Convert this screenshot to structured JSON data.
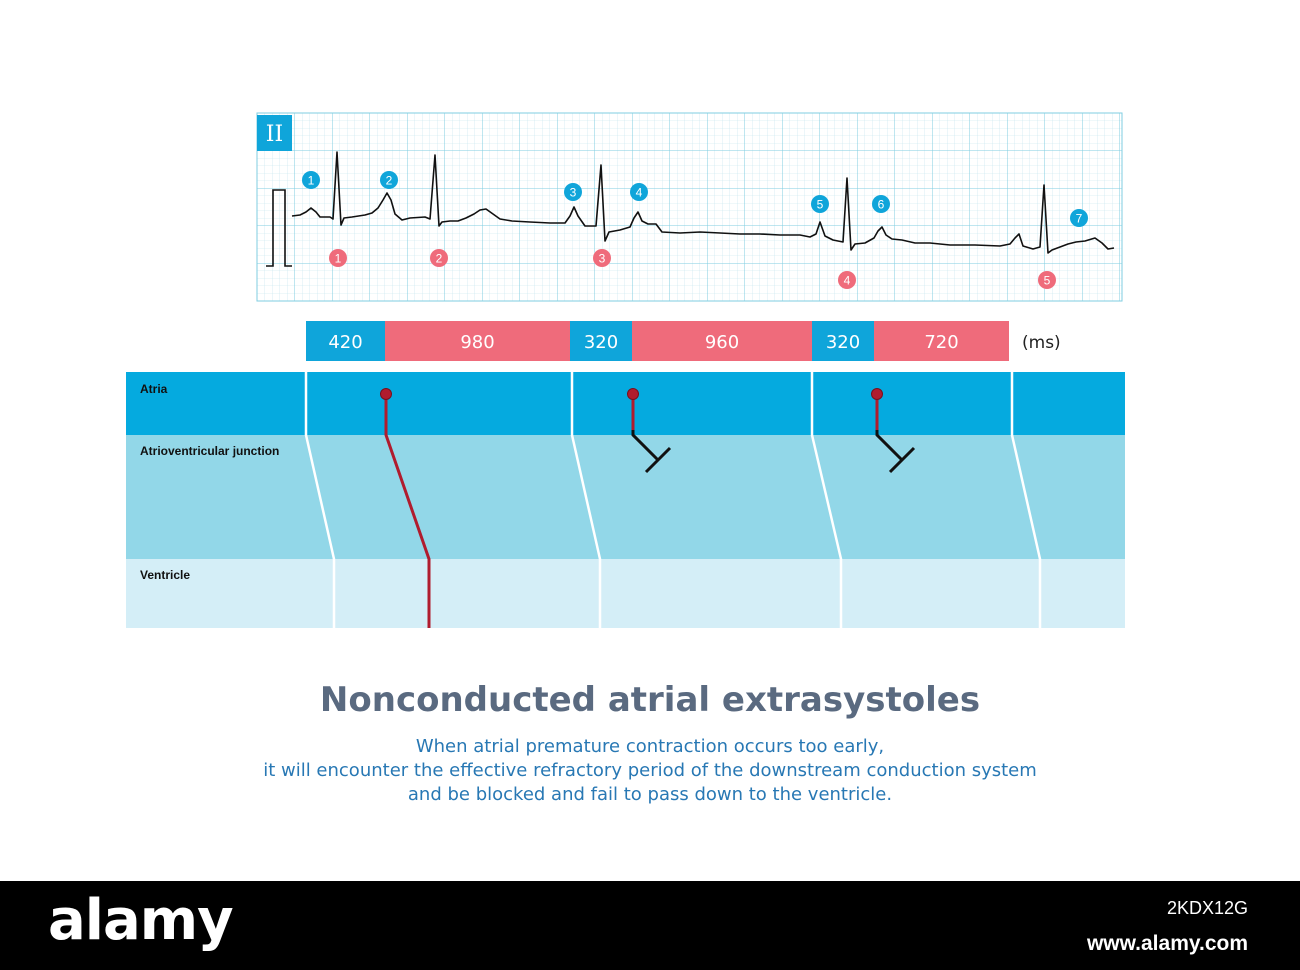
{
  "ecg": {
    "lead_label": "II",
    "p_markers": [
      "1",
      "2",
      "3",
      "4",
      "5",
      "6",
      "7"
    ],
    "qrs_markers": [
      "1",
      "2",
      "3",
      "4",
      "5"
    ]
  },
  "intervals": {
    "values": [
      "420",
      "980",
      "320",
      "960",
      "320",
      "720"
    ],
    "kinds": [
      "coupling",
      "pause",
      "coupling",
      "pause",
      "coupling",
      "pause"
    ],
    "unit": "(ms)"
  },
  "ladder": {
    "rows": [
      "Atria",
      "Atrioventricular junction",
      "Ventricle"
    ]
  },
  "title": "Nonconducted atrial extrasystoles",
  "caption": [
    "When atrial premature contraction occurs too early,",
    "it will encounter the effective refractory period of the downstream conduction system",
    "and be blocked and fail to pass down to the ventricle."
  ],
  "footer": {
    "logo": "alamy",
    "image_id": "2KDX12G",
    "url": "www.alamy.com"
  },
  "colors": {
    "blue": "#0fa5da",
    "pink": "#ef6b7b",
    "atria": "#05aadf",
    "junction": "#92d7e8",
    "ventricle": "#d4eef7",
    "conduction": "#b01c2e"
  }
}
